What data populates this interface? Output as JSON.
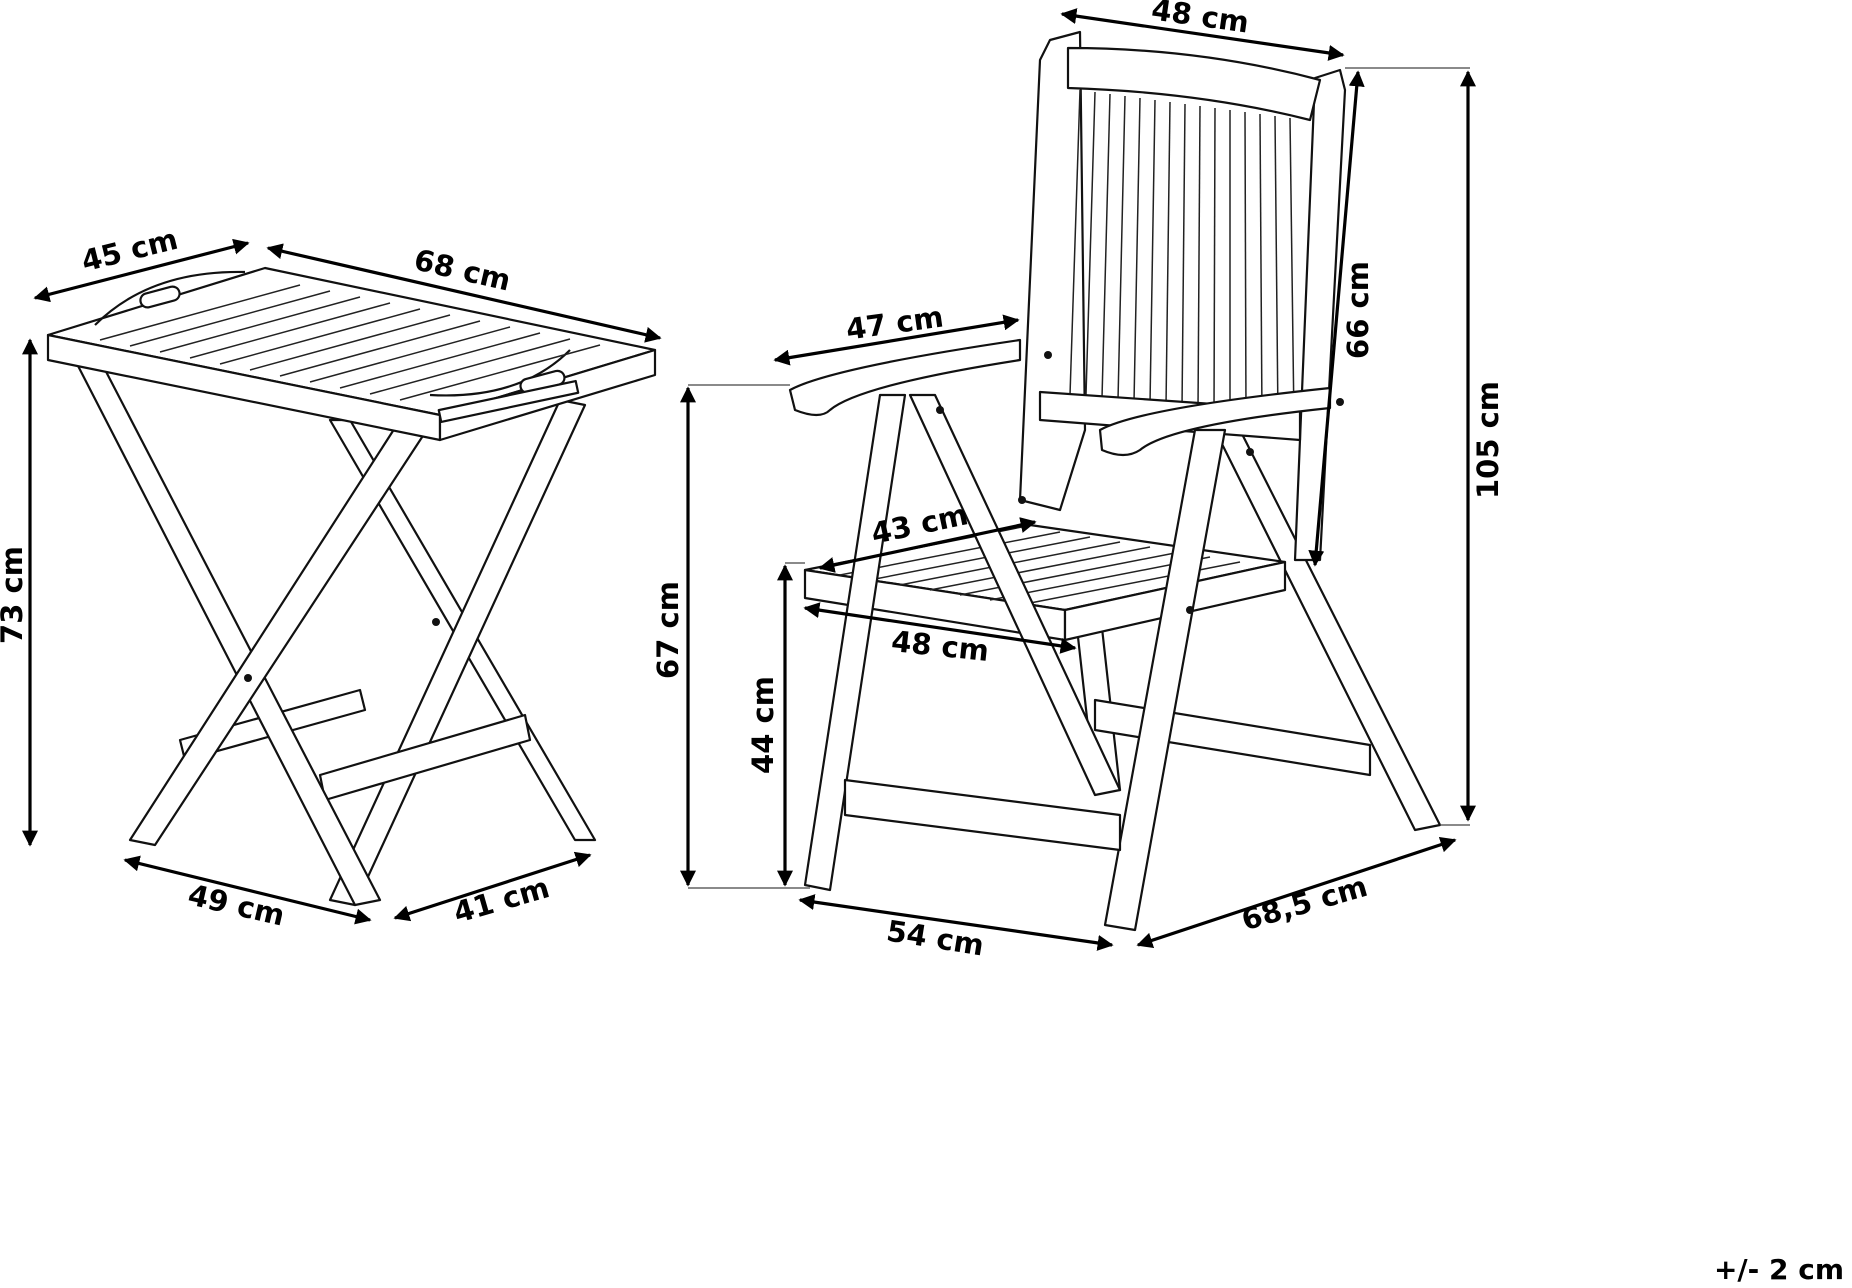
{
  "title": "Garden furniture set dimensions",
  "table": {
    "depth_top": "45 cm",
    "width_top": "68 cm",
    "height": "73 cm",
    "base_depth": "49 cm",
    "base_width": "41 cm"
  },
  "chair": {
    "back_width": "48 cm",
    "armrest_length": "47 cm",
    "back_height": "66 cm",
    "total_height": "105 cm",
    "seat_depth": "43 cm",
    "seat_width": "48 cm",
    "armrest_height": "67 cm",
    "seat_height": "44 cm",
    "base_width": "54 cm",
    "base_depth": "68,5 cm"
  },
  "tolerance": "+/- 2 cm"
}
